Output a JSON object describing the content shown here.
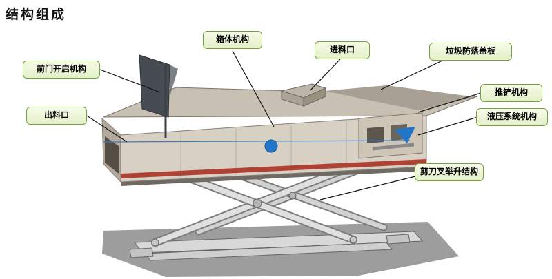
{
  "title": "结构组成",
  "labels": {
    "front_door": "前门开启机构",
    "outlet": "出料口",
    "box_body": "箱体机构",
    "inlet": "进料口",
    "cover_plate": "垃圾防落盖板",
    "pusher": "推铲机构",
    "hydraulic": "液压系统机构",
    "scissor_lift": "剪刀叉举升结构"
  },
  "colors": {
    "label_border": "#76a23c",
    "label_background": "#e9f3d2",
    "leader_line": "#111111",
    "highlight_blue": "#2176c7",
    "accent_red": "#a93226",
    "body_beige": "#d9d0c4",
    "shadow_gray": "#8c8c8c"
  }
}
